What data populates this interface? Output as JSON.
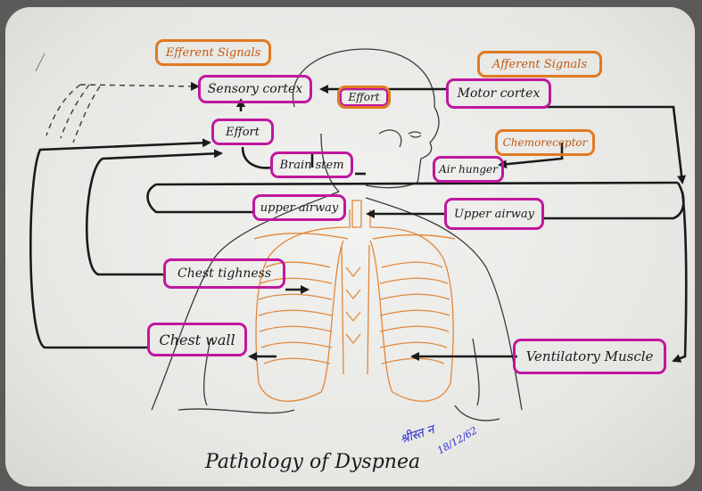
{
  "title": "Pathology of Dyspnea",
  "signature": {
    "name": "श्रीस्त न",
    "date": "18/12/62"
  },
  "labels": {
    "efferent": "Efferent Signals",
    "afferent": "Afferent Signals",
    "chemoreceptor": "Chemoreceptor",
    "sensory_cortex": "Sensory cortex",
    "effort_brain": "Effort",
    "motor_cortex": "Motor cortex",
    "effort_left": "Effort",
    "brain_stem": "Brain stem",
    "air_hunger": "Air hunger",
    "upper_airway_left": "upper airway",
    "upper_airway_right": "Upper airway",
    "chest_tightness": "Chest tighness",
    "chest_wall": "Chest wall",
    "ventilatory_muscle": "Ventilatory Muscle"
  },
  "colors": {
    "pink_box": "#c0179e",
    "orange_box": "#e07a22",
    "ink": "#1a1a1a",
    "lung": "#e2873a",
    "signature": "#2b2fd0"
  }
}
